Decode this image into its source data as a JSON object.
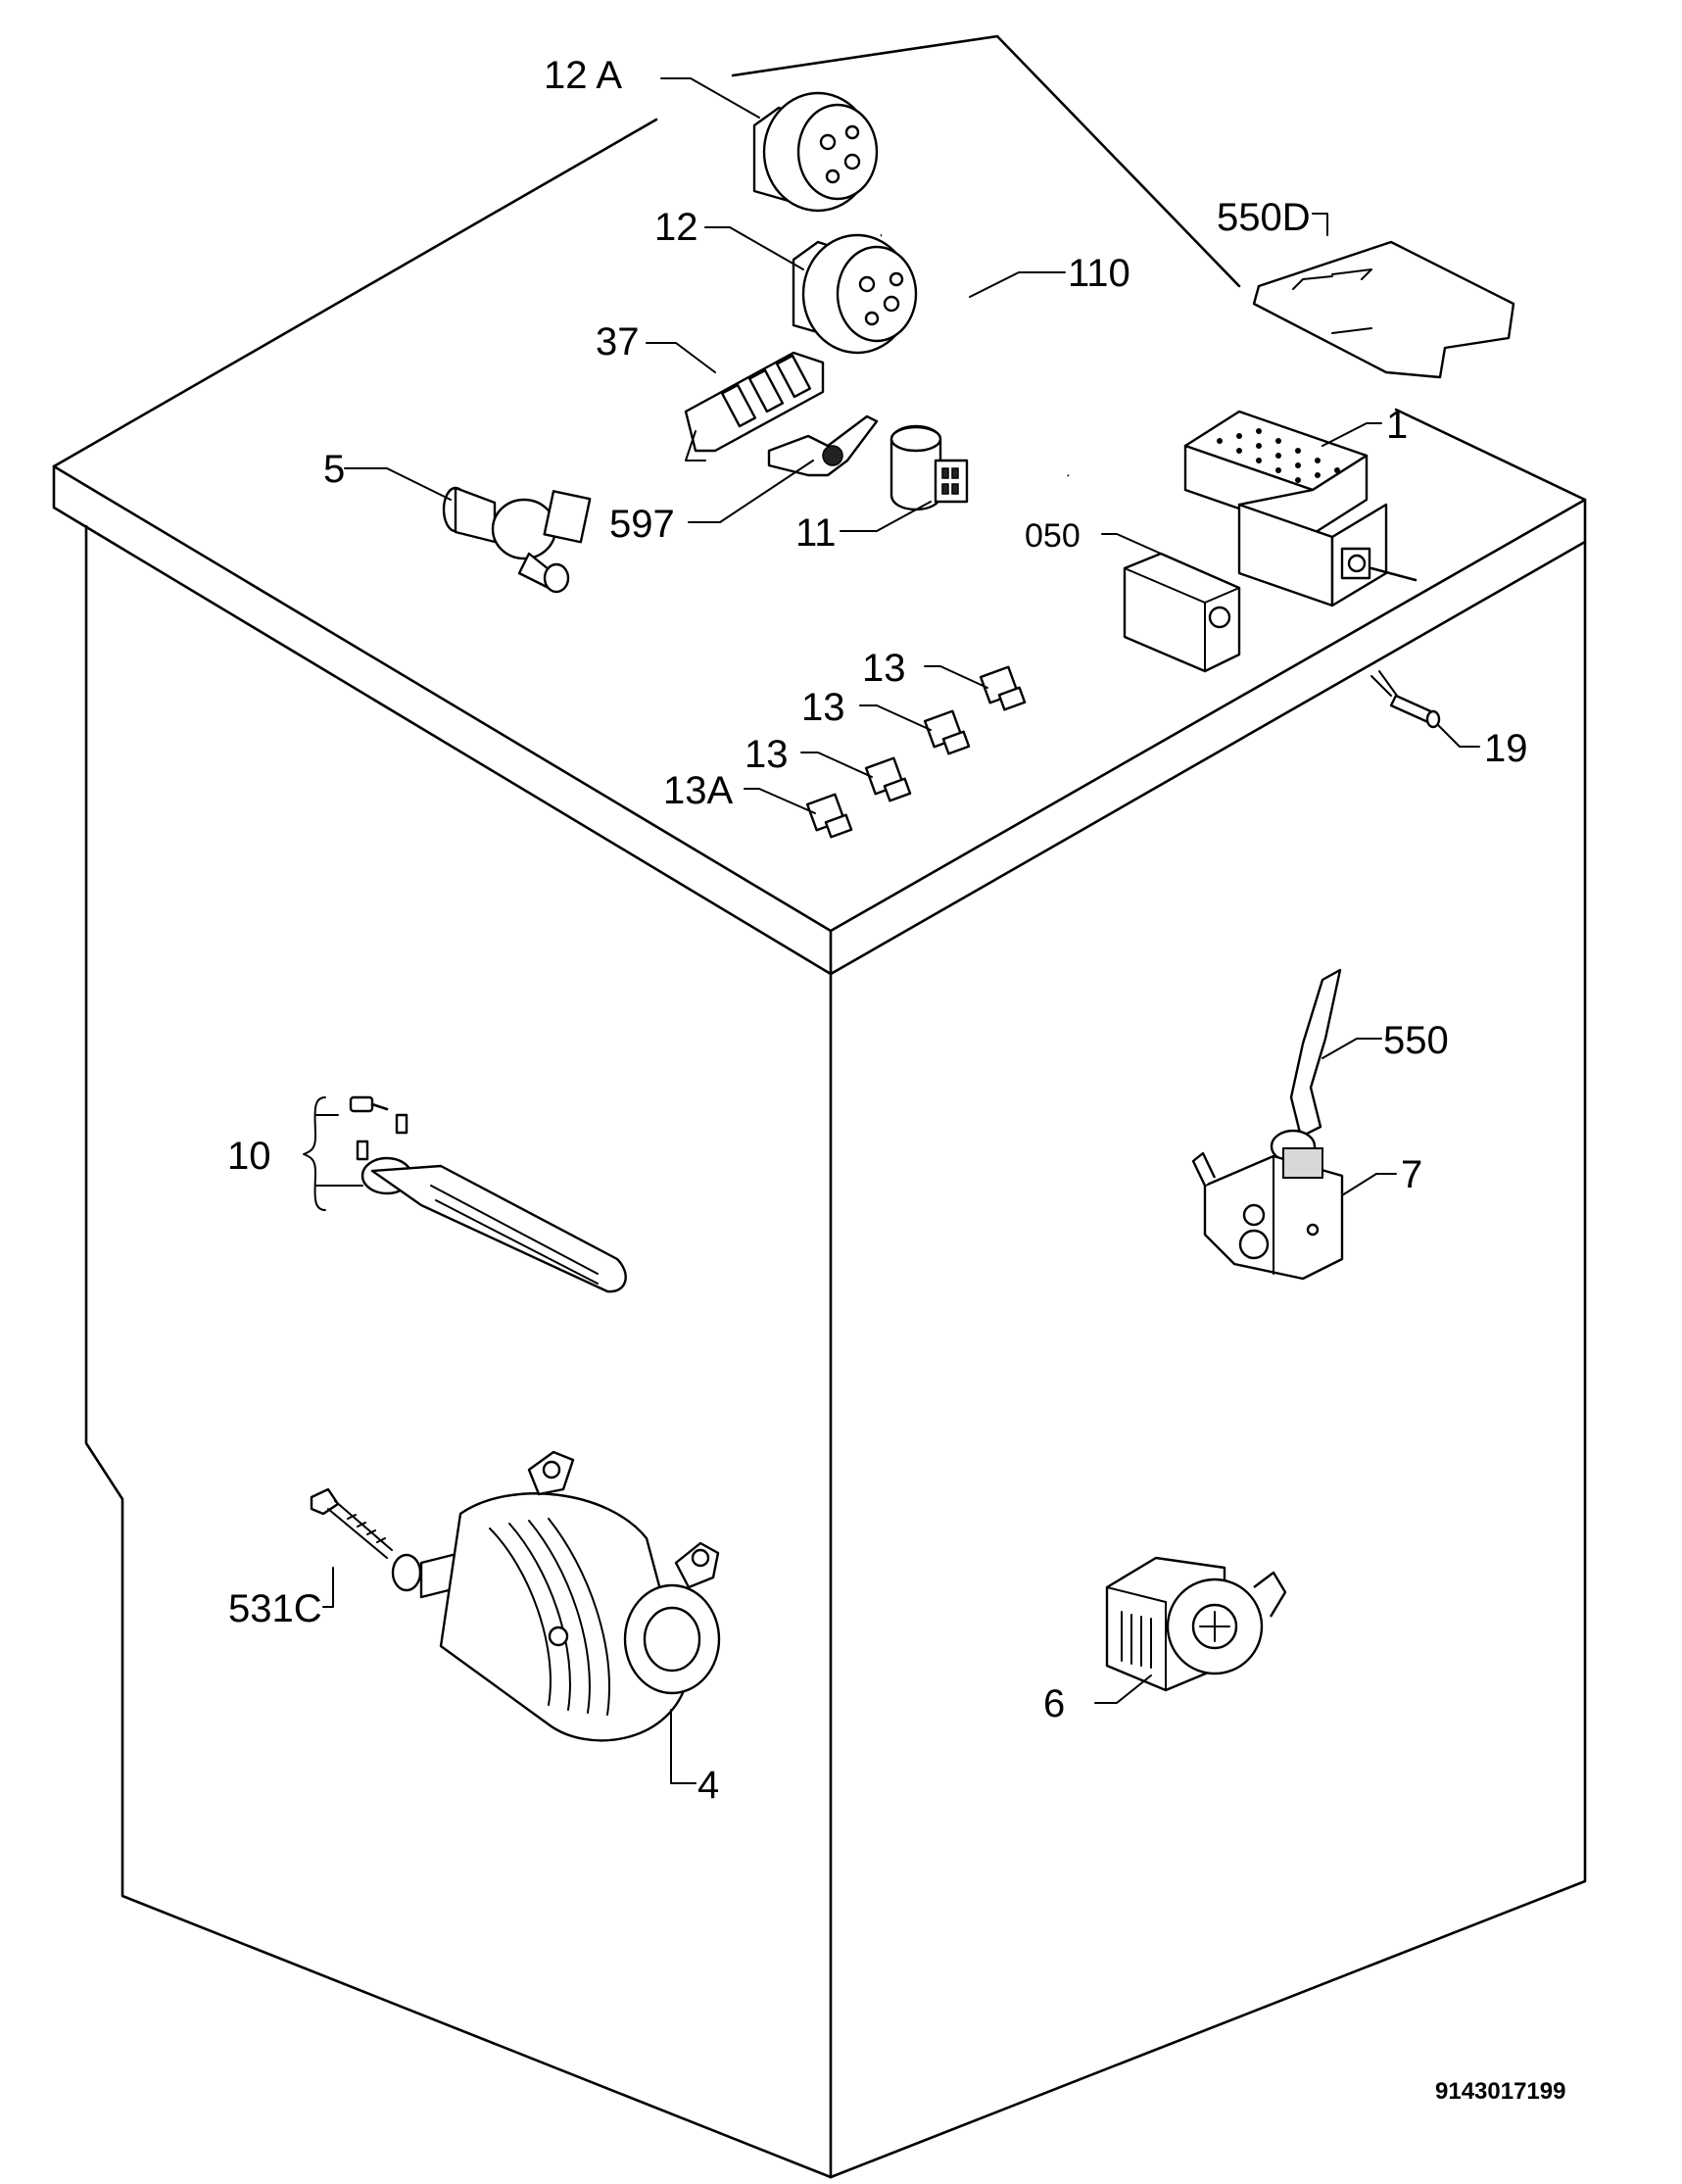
{
  "labels": {
    "l_12a": "12 A",
    "l_12": "12",
    "l_110": "110",
    "l_550d": "550D",
    "l_37": "37",
    "l_5": "5",
    "l_597": "597",
    "l_11": "11",
    "l_1": "1",
    "l_050": "050",
    "l_13a": "13",
    "l_13b": "13",
    "l_13c": "13",
    "l_13A": "13A",
    "l_19": "19",
    "l_550": "550",
    "l_10": "10",
    "l_7": "7",
    "l_531c": "531C",
    "l_6": "6",
    "l_4": "4"
  },
  "drawing_code": "9143017199"
}
